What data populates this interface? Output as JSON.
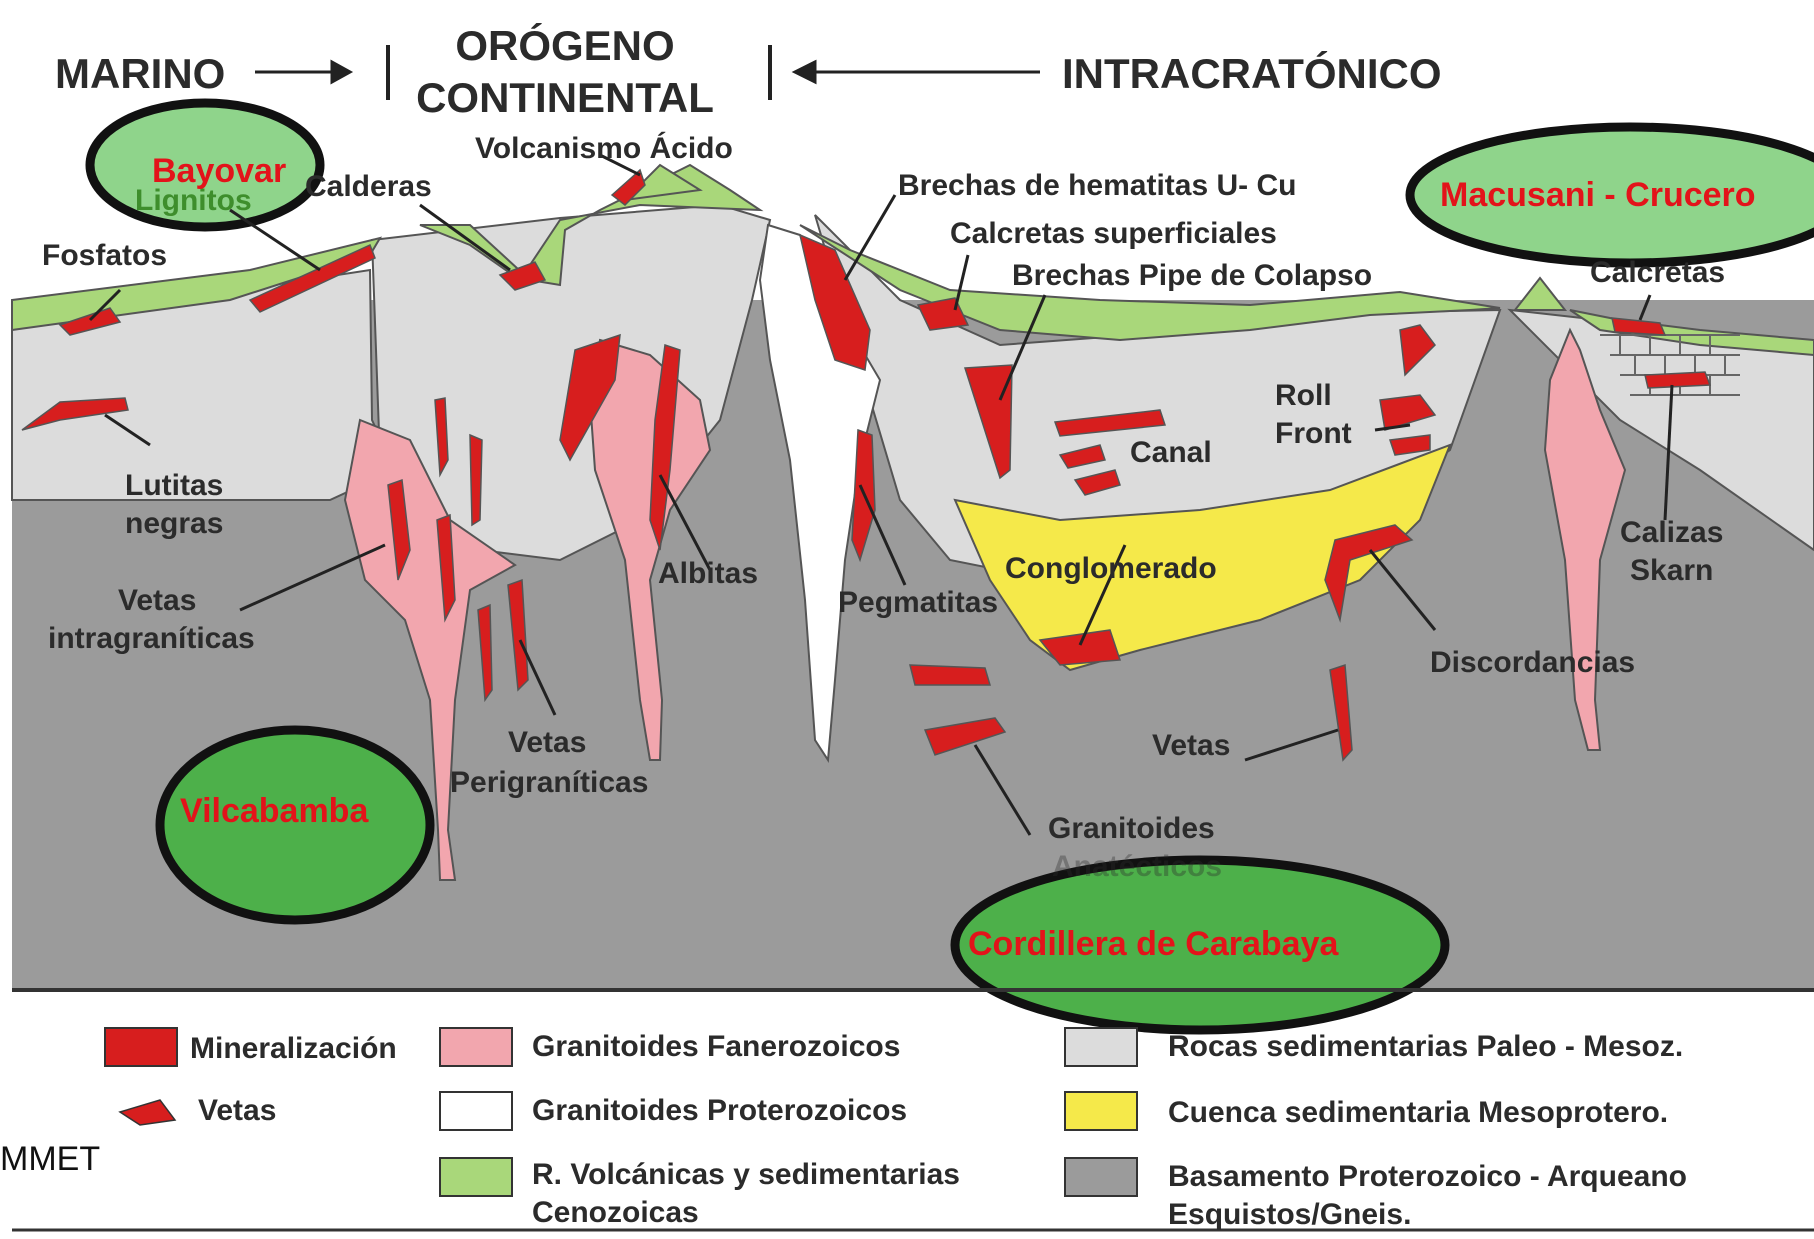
{
  "header": {
    "marino": "MARINO",
    "orogeno_line1": "ORÓGENO",
    "orogeno_line2": "CONTINENTAL",
    "intracratonico": "INTRACRATÓNICO"
  },
  "labels": {
    "volcanismo": "Volcanismo Ácido",
    "calderas": "Calderas",
    "lignitos": "Lignitos",
    "fosfatos": "Fosfatos",
    "brechas_hematitas": "Brechas de hematitas U- Cu",
    "calcretas_superficiales": "Calcretas superficiales",
    "brechas_pipe": "Brechas Pipe de Colapso",
    "calcretas": "Calcretas",
    "lutitas_1": "Lutitas",
    "lutitas_2": "negras",
    "roll": "Roll",
    "front": "Front",
    "canal": "Canal",
    "calizas": "Calizas",
    "skarn": "Skarn",
    "albitas": "Albitas",
    "conglomerado": "Conglomerado",
    "pegmatitas": "Pegmatitas",
    "vetas_intra_1": "Vetas",
    "vetas_intra_2": "intragraníticas",
    "discordancias": "Discordancias",
    "vetas_peri_1": "Vetas",
    "vetas_peri_2": "Perigraníticas",
    "vetas": "Vetas",
    "granitoides_1": "Granitoides",
    "granitoides_2": "Anatécticos"
  },
  "highlights": {
    "bayovar": "Bayovar",
    "macusani": "Macusani - Crucero",
    "vilcabamba": "Vilcabamba",
    "carabaya": "Cordillera de Carabaya"
  },
  "legend": {
    "mineralizacion": "Mineralización",
    "vetas": "Vetas",
    "gran_fanero": "Granitoides Fanerozoicos",
    "gran_protero": "Granitoides Proterozoicos",
    "volc_1": "R. Volcánicas y sedimentarias",
    "volc_2": "Cenozoicas",
    "rocas_sed": "Rocas sedimentarias  Paleo - Mesoz.",
    "cuenca": "Cuenca sedimentaria Mesoprotero.",
    "basamento_1": "Basamento Proterozoico - Arqueano",
    "basamento_2": "Esquistos/Gneis."
  },
  "side_label": "MMET",
  "colors": {
    "basement": "#9b9b9b",
    "sedimentary": "#dcdcdc",
    "volcanic": "#a9d77a",
    "basin": "#f5e94a",
    "granite_phanerozoic": "#f2a6ae",
    "granite_proterozoic": "#ffffff",
    "mineralization": "#d71e1e",
    "highlight_ellipse": "#8fd48b",
    "highlight_text": "#e3131a"
  }
}
